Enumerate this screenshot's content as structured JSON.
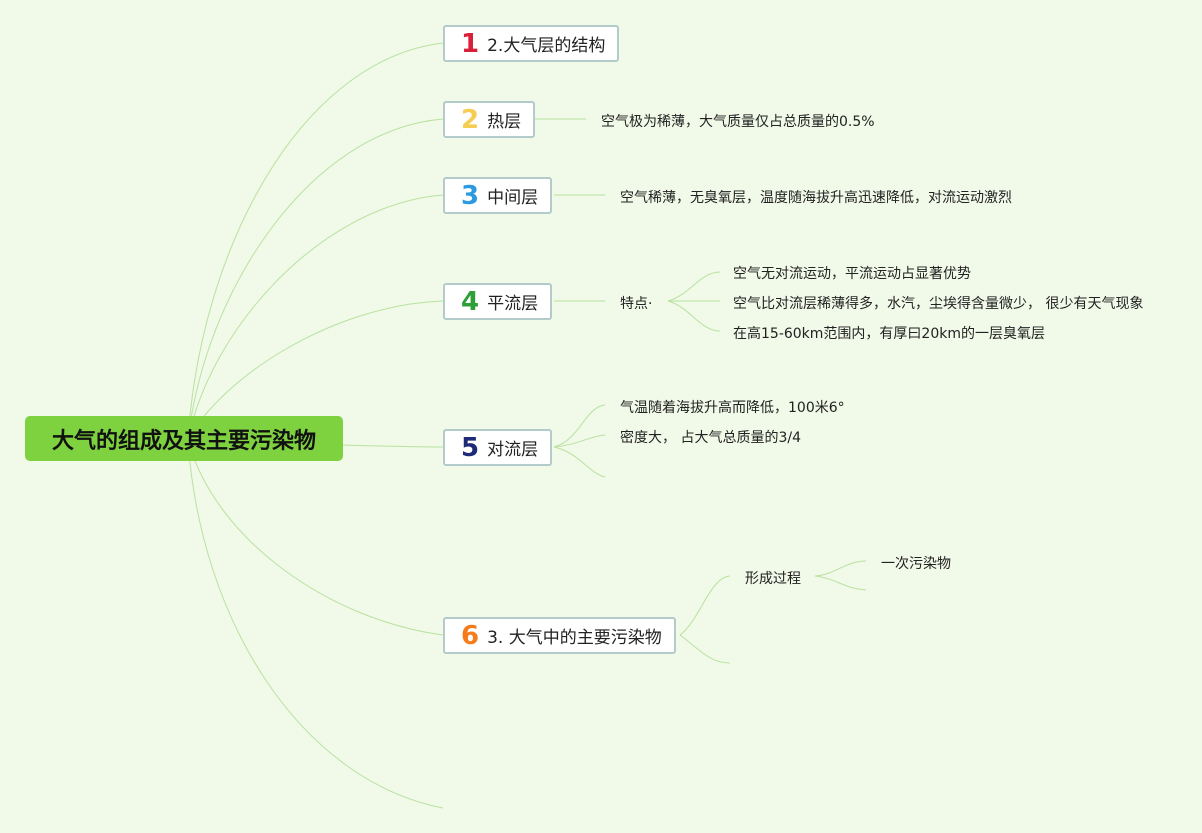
{
  "root": {
    "label": "大气的组成及其主要污染物"
  },
  "branches": [
    {
      "num": "1",
      "label": "2.大气层的结构",
      "color": "#d8203a"
    },
    {
      "num": "2",
      "label": "热层",
      "color": "#f5cd53"
    },
    {
      "num": "3",
      "label": "中间层",
      "color": "#2b9ae0"
    },
    {
      "num": "4",
      "label": "平流层",
      "color": "#2e9f36"
    },
    {
      "num": "5",
      "label": "对流层",
      "color": "#1e2a78"
    },
    {
      "num": "6",
      "label": "3. 大气中的主要污染物",
      "color": "#f57b1b"
    }
  ],
  "details": {
    "thermosphere": "空气极为稀薄，大气质量仅占总质量的0.5%",
    "mesosphere": "空气稀薄，无臭氧层，温度随海拔升高迅速降低，对流运动激烈",
    "stratosphere": {
      "feature_label": "特点·",
      "items": [
        "空气无对流运动，平流运动占显著优势",
        "空气比对流层稀薄得多，水汽，尘埃得含量微少， 很少有天气现象",
        "在高15-60km范围内，有厚曰20km的一层臭氧层"
      ]
    },
    "troposphere": [
      "气温随着海拔升高而降低，100米6°",
      "密度大， 占大气总质量的3/4"
    ],
    "pollutants": {
      "process_label": "形成过程",
      "items": [
        "一次污染物"
      ]
    }
  },
  "colors": {
    "background": "#f1f9e8",
    "root": "#7ed23f",
    "line": "#b8e2a0",
    "box_border": "#b3cbcb"
  }
}
